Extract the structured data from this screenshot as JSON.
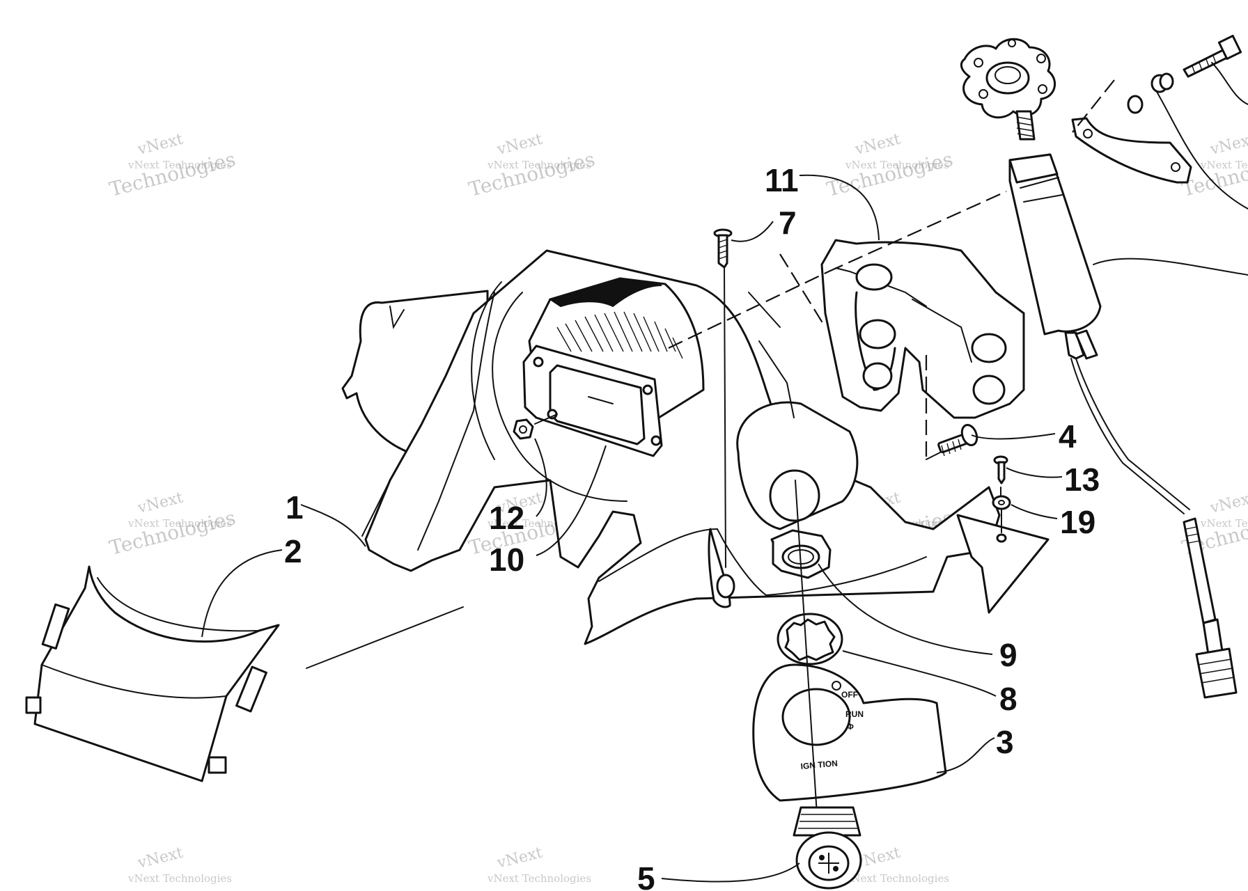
{
  "diagram": {
    "callouts": [
      {
        "id": "1",
        "label": "1"
      },
      {
        "id": "2",
        "label": "2"
      },
      {
        "id": "3",
        "label": "3"
      },
      {
        "id": "4",
        "label": "4"
      },
      {
        "id": "5",
        "label": "5"
      },
      {
        "id": "7",
        "label": "7"
      },
      {
        "id": "8",
        "label": "8"
      },
      {
        "id": "9",
        "label": "9"
      },
      {
        "id": "10",
        "label": "10"
      },
      {
        "id": "11",
        "label": "11"
      },
      {
        "id": "12",
        "label": "12"
      },
      {
        "id": "13",
        "label": "13"
      },
      {
        "id": "19",
        "label": "19"
      }
    ],
    "plate_text": {
      "off": "OFF",
      "run": "RUN",
      "ignition": "IGN TION"
    },
    "watermark": {
      "line1": "vNext",
      "line2": "vNext Technologies",
      "line3": "Technologies"
    }
  }
}
